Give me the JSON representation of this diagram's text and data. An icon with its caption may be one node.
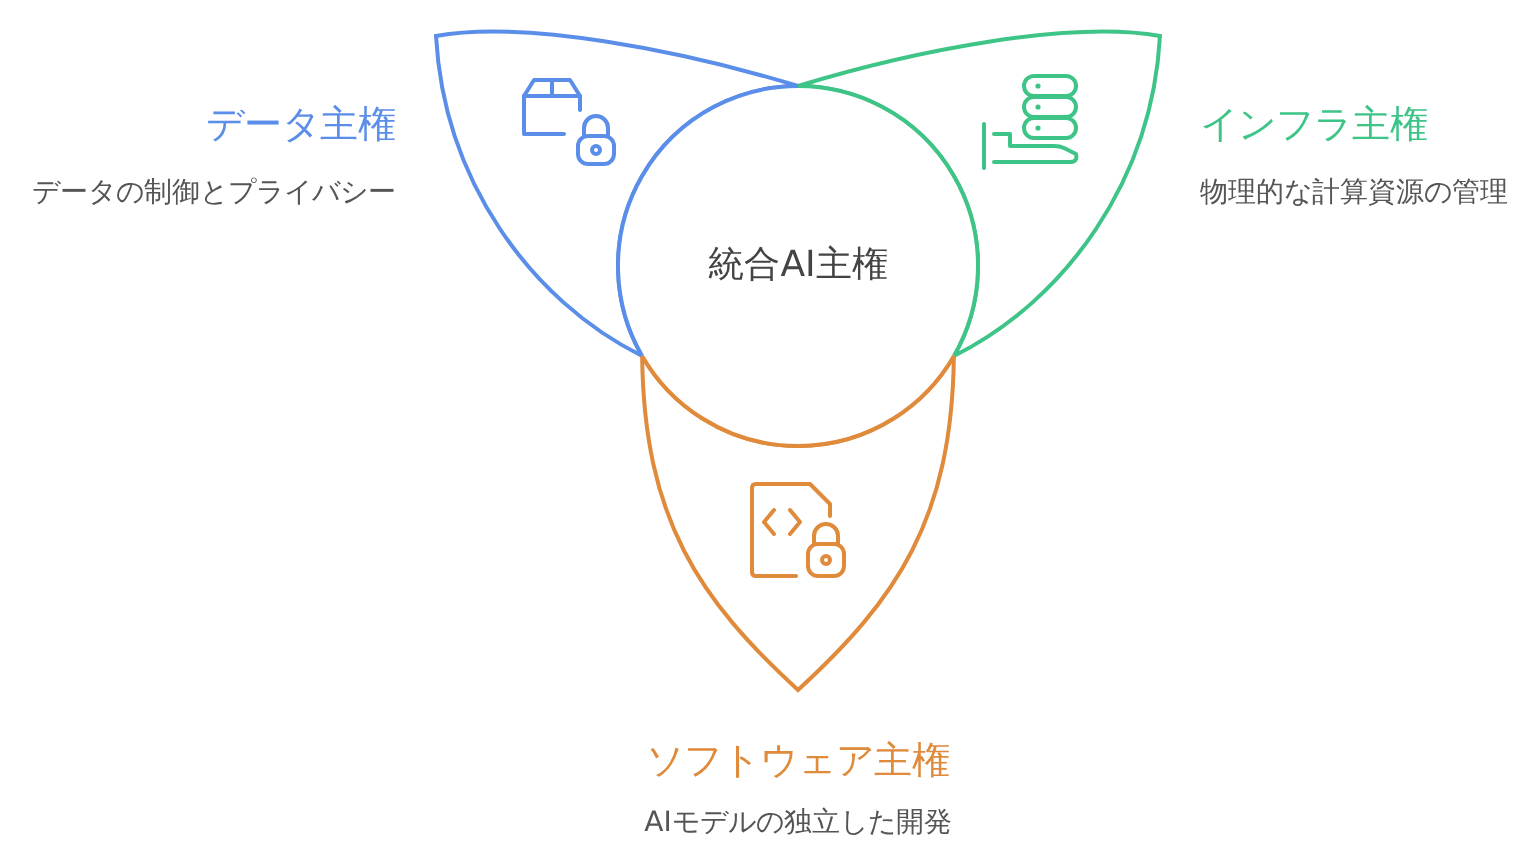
{
  "diagram": {
    "nodes": [
      {
        "text": [
          "データ主権",
          "データの制御とプライバシー"
        ]
      },
      {
        "text": [
          "インフラ主権",
          "物理的な計算資源の管理"
        ]
      },
      {
        "text": [
          "統合AI主権"
        ]
      },
      {
        "text": [
          "ソフトウェア主権",
          "AIモデルの独立した開発"
        ]
      }
    ]
  }
}
